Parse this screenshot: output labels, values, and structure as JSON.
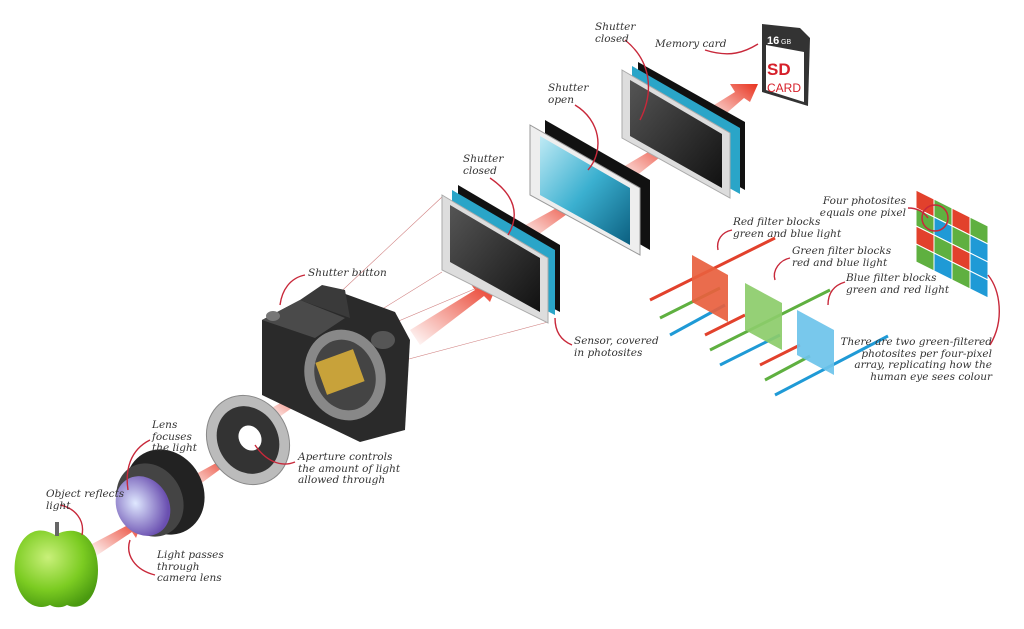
{
  "labels": {
    "shutter_closed_top": "Shutter\nclosed",
    "memory_card": "Memory card",
    "shutter_open": "Shutter\nopen",
    "shutter_closed_front": "Shutter\nclosed",
    "shutter_button": "Shutter button",
    "sensor": "Sensor, covered\nin photosites",
    "four_photosites": "Four photosites\nequals one pixel",
    "red_filter": "Red filter blocks\ngreen and blue light",
    "green_filter": "Green filter blocks\nred and blue light",
    "blue_filter": "Blue filter blocks\ngreen and red light",
    "two_green": "There are two green-filtered\nphotosites per four-pixel\narray, replicating how the\nhuman eye sees colour",
    "lens_focuses": "Lens\nfocuses\nthe light",
    "aperture": "Aperture controls\nthe amount of light\nallowed through",
    "object_reflects": "Object reflects\nlight",
    "light_passes": "Light passes\nthrough\ncamera lens"
  },
  "sd_card": {
    "capacity": "16",
    "unit": "GB",
    "brand_top": "SD",
    "brand_bottom": "CARD"
  },
  "bayer": {
    "rows": [
      [
        "R",
        "G",
        "R",
        "G"
      ],
      [
        "G",
        "B",
        "G",
        "B"
      ],
      [
        "R",
        "G",
        "R",
        "B"
      ],
      [
        "G",
        "B",
        "G",
        "B"
      ]
    ],
    "colors": {
      "R": "#e2412c",
      "G": "#5fb040",
      "B": "#1f9ad6"
    }
  },
  "colors": {
    "annotation": "#c8283a",
    "arrow": "#e8321e"
  }
}
